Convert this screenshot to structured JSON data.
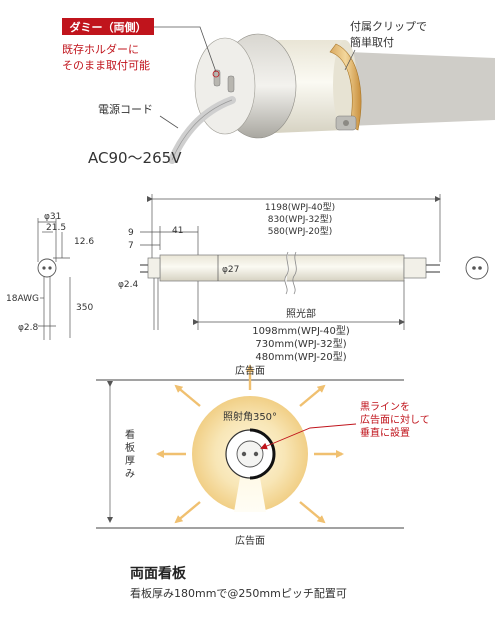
{
  "photo": {
    "dummy_badge": "ダミー（両側）",
    "dummy_note_1": "既存ホルダーに",
    "dummy_note_2": "そのまま取付可能",
    "clip_note_1": "付属クリップで",
    "clip_note_2": "簡単取付",
    "cord_label": "電源コード",
    "voltage": "AC90〜265V"
  },
  "drawing": {
    "side": {
      "d31": "φ31",
      "d215": "21.5",
      "d126": "12.6",
      "awg": "18AWG",
      "len350": "350",
      "d28": "φ2.8"
    },
    "main": {
      "total_1": "1198(WPJ-40型)",
      "total_2": "830(WPJ-32型)",
      "total_3": "580(WPJ-20型)",
      "dim9": "9",
      "dim41": "41",
      "dim7": "7",
      "d24": "φ2.4",
      "d27": "φ27",
      "lit_label": "照光部",
      "lit_1": "1098mm(WPJ-40型)",
      "lit_2": "730mm(WPJ-32型)",
      "lit_3": "480mm(WPJ-20型)"
    }
  },
  "section": {
    "top_label": "広告面",
    "bottom_label": "広告面",
    "side_label": [
      "看",
      "板",
      "厚",
      "み"
    ],
    "angle": "照射角350°",
    "red_note_1": "黒ラインを",
    "red_note_2": "広告面に対して",
    "red_note_3": "垂直に設置",
    "title": "両面看板",
    "caption": "看板厚み180mmで@250mmピッチ配置可"
  },
  "colors": {
    "accent_red": "#c0141c",
    "glow": "#f3d9a2",
    "arrow": "#f0c070",
    "tube": "#f6f2de"
  }
}
